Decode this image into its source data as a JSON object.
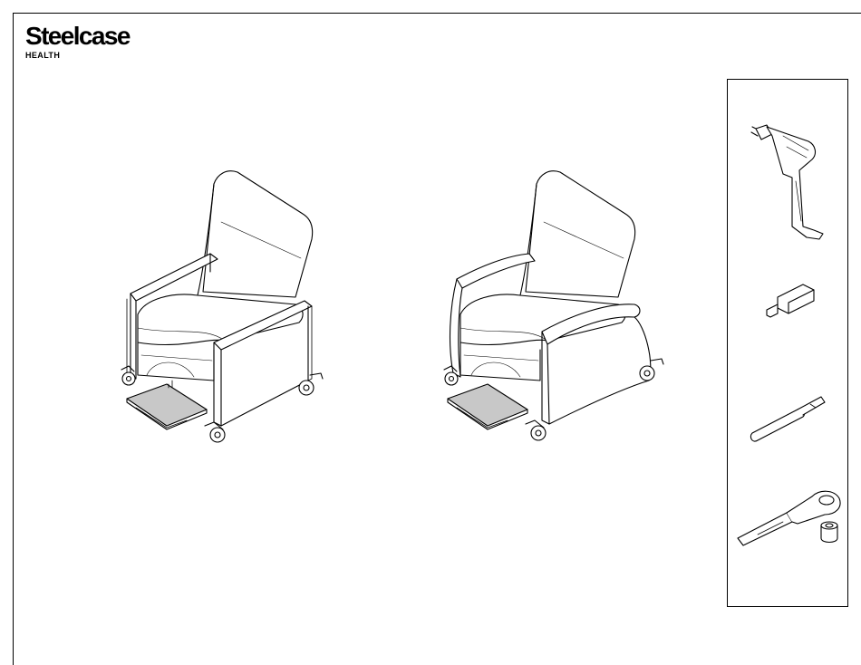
{
  "logo": {
    "brand": "Steelcase",
    "division": "HEALTH"
  },
  "illustrations": {
    "chairs": [
      "recliner-chair-straight-arms",
      "recliner-chair-curved-arms"
    ],
    "tools": [
      "power-drill-icon",
      "hex-bit-socket-icon",
      "bit-extension-icon",
      "ratchet-wrench-icon",
      "socket-icon"
    ]
  },
  "colors": {
    "line": "#000000",
    "footrest_fill": "#c8c8c8",
    "background": "#ffffff"
  }
}
